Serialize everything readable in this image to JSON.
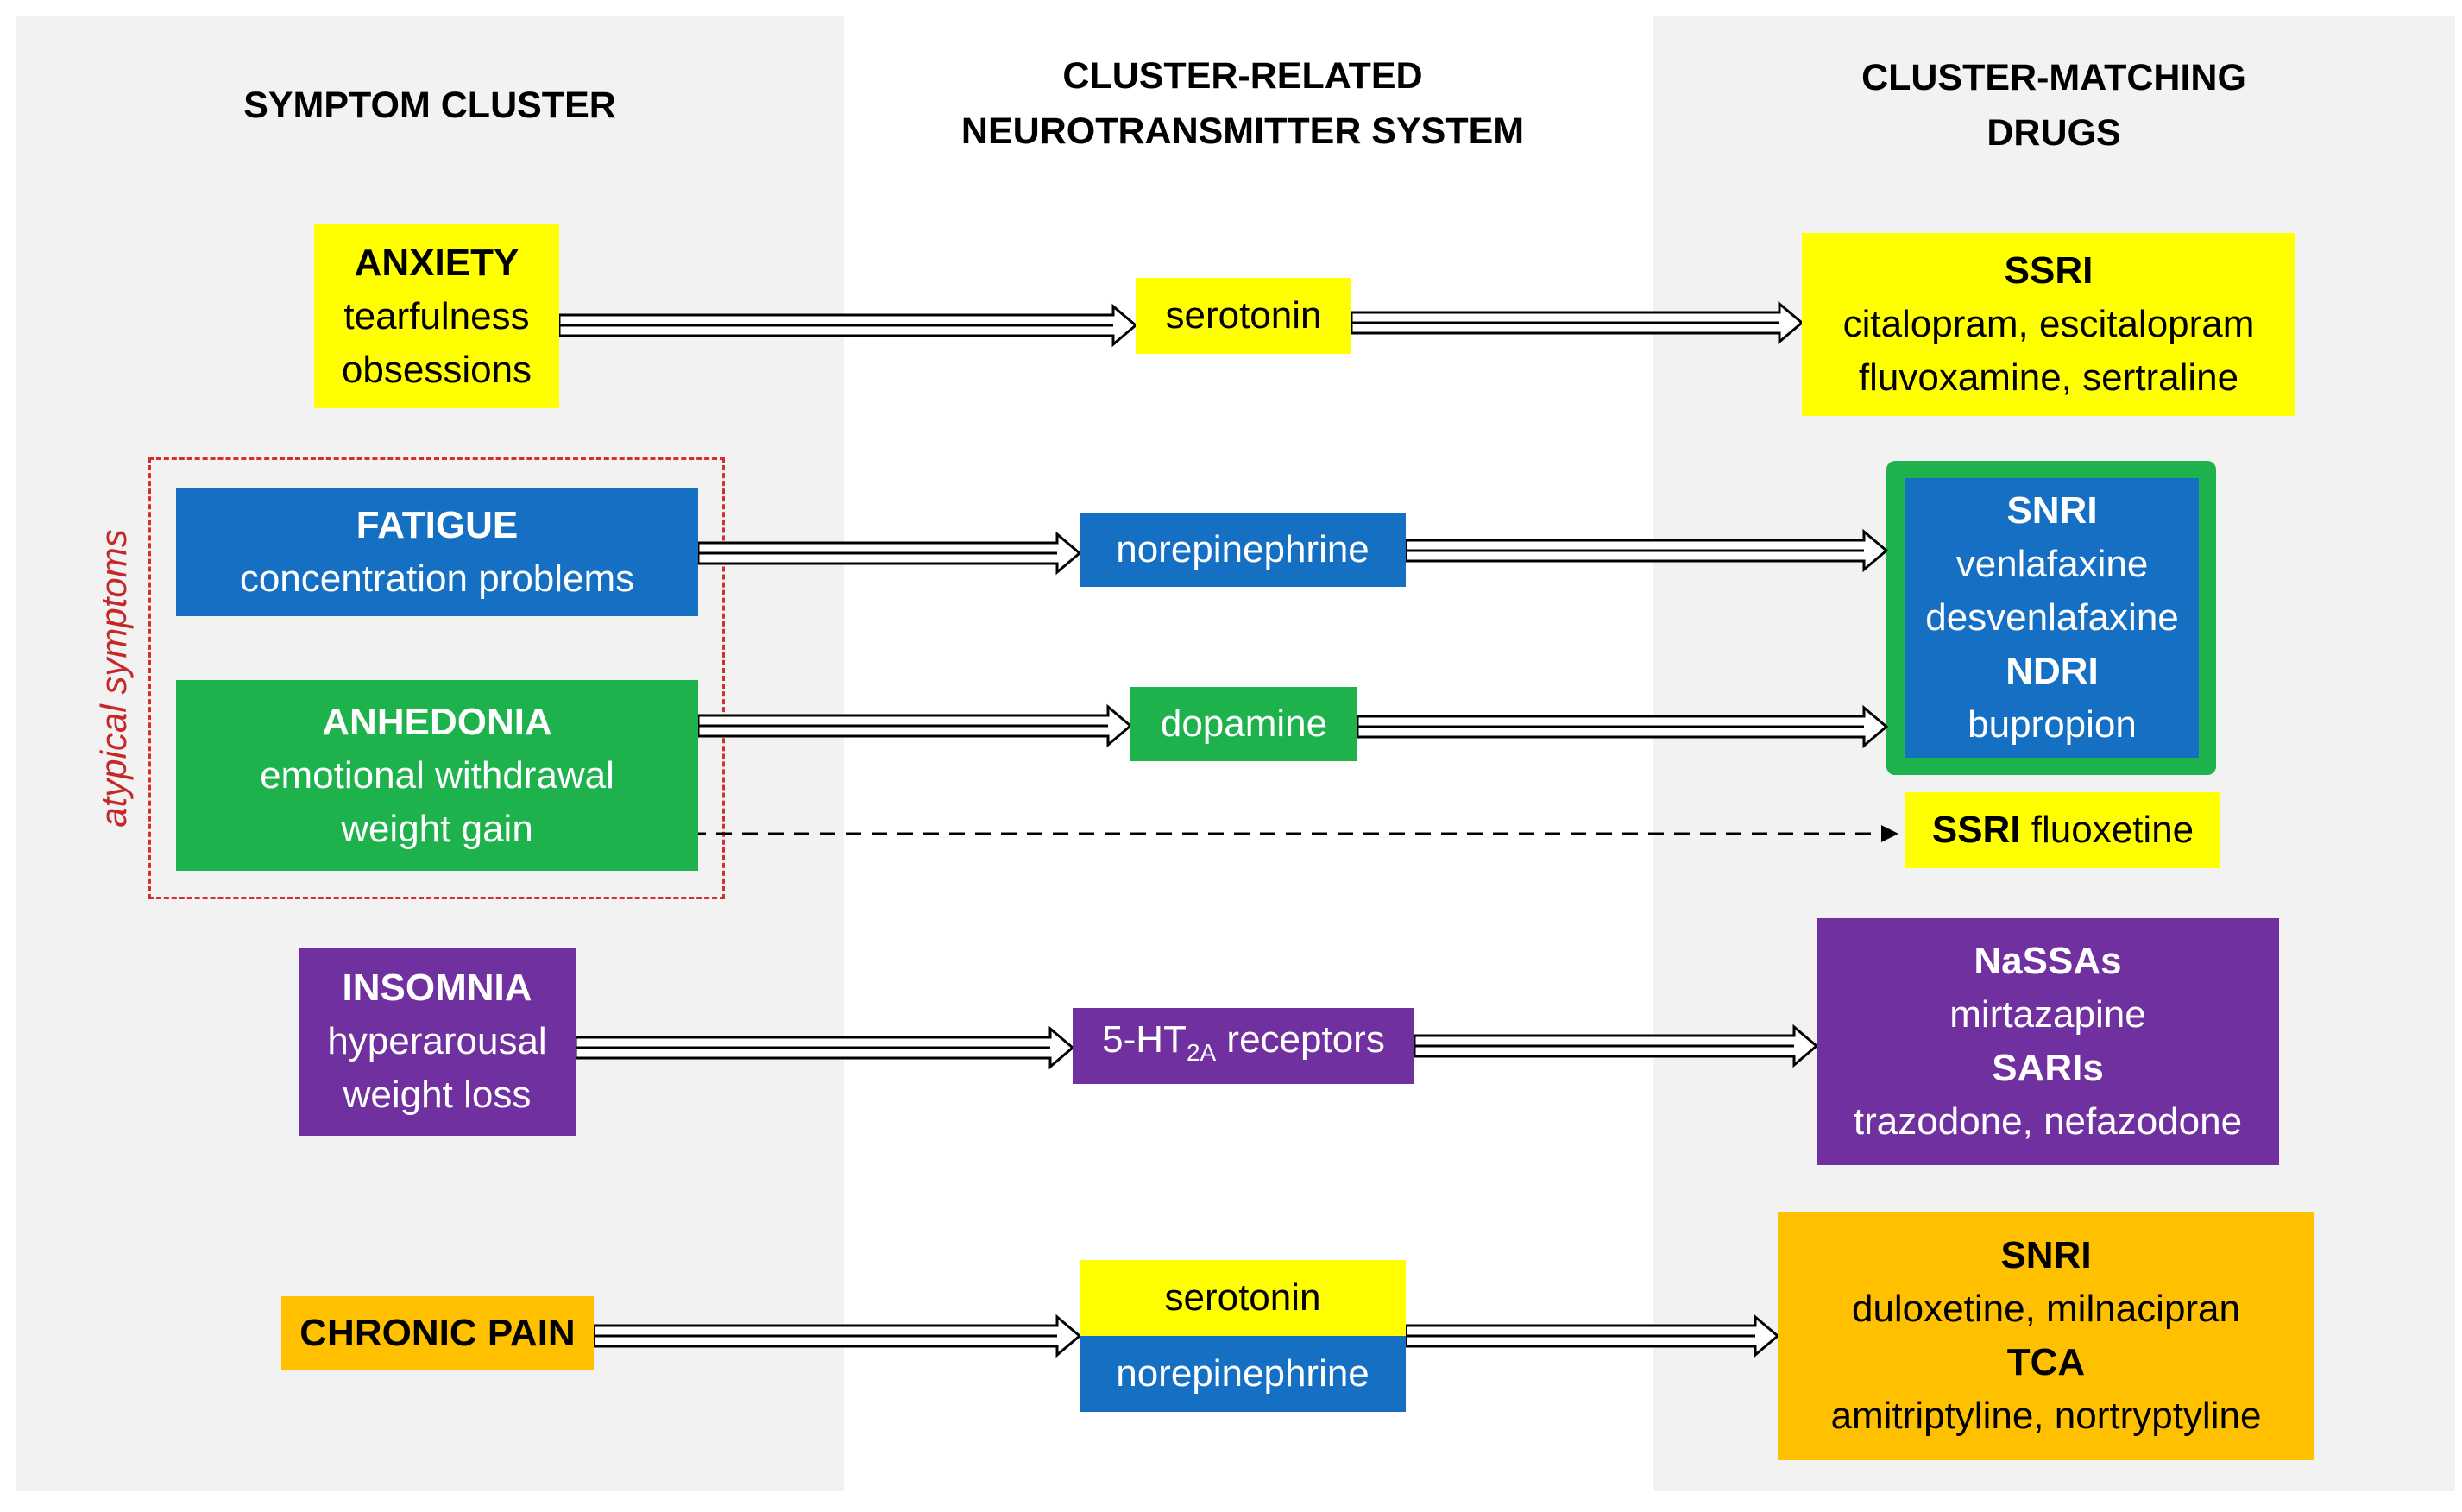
{
  "headers": {
    "symptom_cluster": "SYMPTOM CLUSTER",
    "neuro_line1": "CLUSTER-RELATED",
    "neuro_line2": "NEUROTRANSMITTER SYSTEM",
    "drugs_line1": "CLUSTER-MATCHING",
    "drugs_line2": "DRUGS"
  },
  "atypical_label": "atypical symptoms",
  "symptoms": {
    "anxiety": {
      "title": "ANXIETY",
      "line2": "tearfulness",
      "line3": "obsessions"
    },
    "fatigue": {
      "title": "FATIGUE",
      "line2": "concentration problems"
    },
    "anhedonia": {
      "title": "ANHEDONIA",
      "line2": "emotional withdrawal",
      "line3": "weight gain"
    },
    "insomnia": {
      "title": "INSOMNIA",
      "line2": "hyperarousal",
      "line3": "weight loss"
    },
    "chronic_pain": {
      "title": "CHRONIC PAIN"
    }
  },
  "neurotransmitters": {
    "serotonin": "serotonin",
    "norepinephrine": "norepinephrine",
    "dopamine": "dopamine",
    "receptors_prefix": "5-HT",
    "receptors_sub": "2A",
    "receptors_suffix": " receptors",
    "pain_serotonin": "serotonin",
    "pain_norepinephrine": "norepinephrine"
  },
  "drugs": {
    "ssri": {
      "title": "SSRI",
      "line2": "citalopram, escitalopram",
      "line3": "fluvoxamine, sertraline"
    },
    "snri_ndri": {
      "title1": "SNRI",
      "line2": "venlafaxine",
      "line3": "desvenlafaxine",
      "title2": "NDRI",
      "line5": "bupropion"
    },
    "ssri_fluoxetine": {
      "bold": "SSRI",
      "rest": " fluoxetine"
    },
    "nassa_sari": {
      "title1": "NaSSAs",
      "line2": "mirtazapine",
      "title2": "SARIs",
      "line4": "trazodone, nefazodone"
    },
    "snri_tca": {
      "title1": "SNRI",
      "line2": "duloxetine, milnacipran",
      "title2": "TCA",
      "line4": "amitriptyline, nortryptyline"
    }
  },
  "colors": {
    "serotonin": "#ffff00",
    "norepinephrine": "#1570c4",
    "dopamine": "#1db24c",
    "receptors": "#7030a0",
    "pain": "#ffc000",
    "dashed_border": "#d32f2f"
  }
}
